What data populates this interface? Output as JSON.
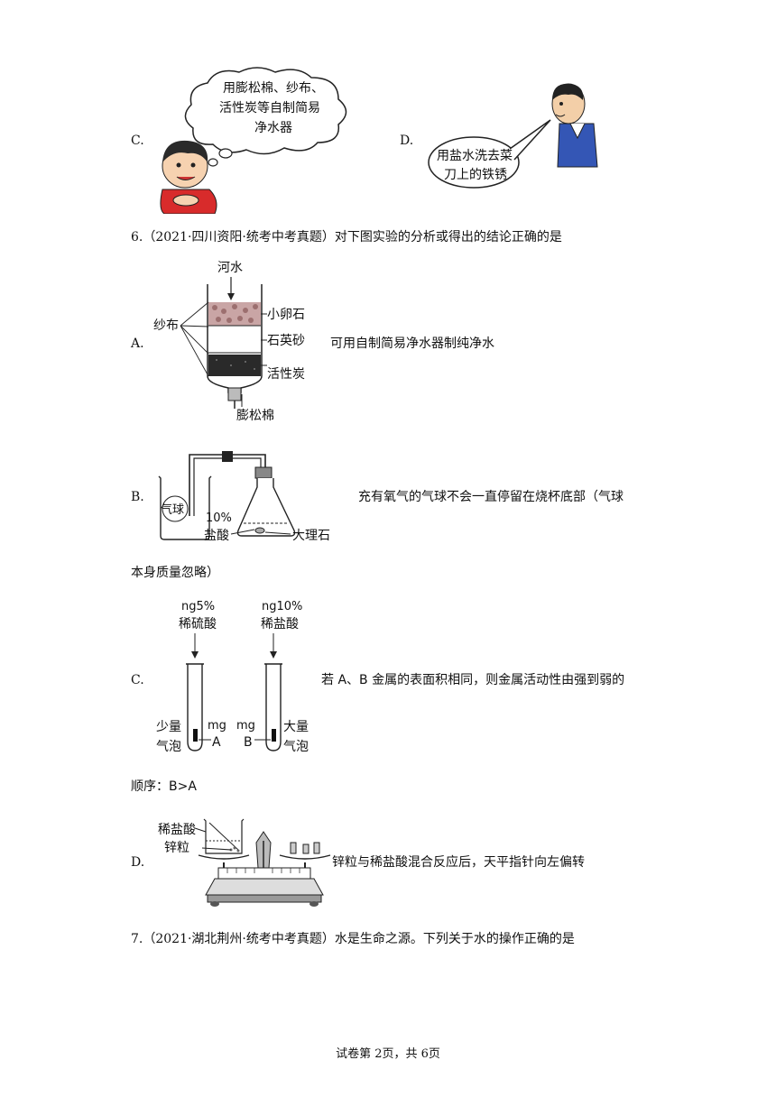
{
  "item_c_top": {
    "label": "C.",
    "thought_lines": [
      "用膨松棉、纱布、",
      "活性炭等自制简易",
      "净水器"
    ]
  },
  "item_d_top": {
    "label": "D.",
    "speech_lines": [
      "用盐水洗去菜",
      "刀上的铁锈"
    ]
  },
  "q6": {
    "title": "6.（2021·四川资阳·统考中考真题）对下图实验的分析或得出的结论正确的是",
    "a": {
      "label": "A.",
      "text": "可用自制简易净水器制纯净水",
      "fig": {
        "top": "河水",
        "left": "纱布",
        "r1": "小卵石",
        "r2": "石英砂",
        "r3": "活性炭",
        "bottom": "膨松棉"
      }
    },
    "b": {
      "label": "B.",
      "text": "充有氧气的气球不会一直停留在烧杯底部（气球",
      "text_cont": "本身质量忽略）",
      "fig": {
        "balloon": "气球",
        "acid_pct": "10%",
        "acid": "盐酸",
        "marble": "大理石"
      }
    },
    "c": {
      "label": "C.",
      "text": "若 A、B 金属的表面积相同，则金属活动性由强到弱的",
      "text_cont": "顺序：B>A",
      "fig": {
        "left_top1": "ng5%",
        "left_top2": "稀硫酸",
        "right_top1": "ng10%",
        "right_top2": "稀盐酸",
        "left_bub1": "少量",
        "left_bub2": "气泡",
        "mg1": "mg",
        "metal_a": "A",
        "mg2": "mg",
        "metal_b": "B",
        "right_bub1": "大量",
        "right_bub2": "气泡"
      }
    },
    "d": {
      "label": "D.",
      "text": "锌粒与稀盐酸混合反应后，天平指针向左偏转",
      "fig": {
        "acid": "稀盐酸",
        "zinc": "锌粒"
      }
    }
  },
  "q7": {
    "title": "7.（2021·湖北荆州·统考中考真题）水是生命之源。下列关于水的操作正确的是"
  },
  "footer": "试卷第 2页，共 6页"
}
